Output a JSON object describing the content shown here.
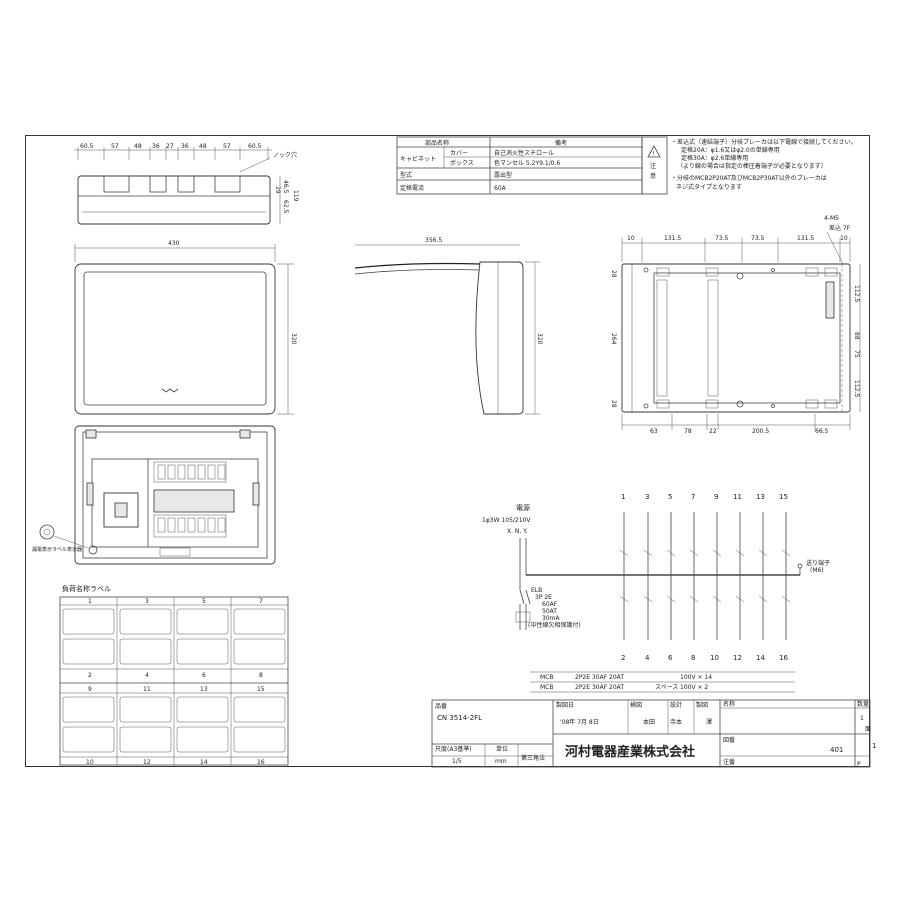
{
  "spec_table": {
    "head_part": "部品名称",
    "head_note": "備考",
    "cabinet": "キャビネット",
    "cover": "カバー",
    "cover_note": "自己消火性スチロール",
    "box": "ボックス",
    "box_note": "色マンセル 5.2Y9.1/0.6",
    "type_label": "型式",
    "type_value": "露出型",
    "rating_label": "定格電流",
    "rating_value": "60A"
  },
  "notes": {
    "warn_label": "注意",
    "lines": [
      "・差込式（速結端子）分岐ブレーカは以下電線で接続してください。",
      "定格20A：φ1.6又はφ2.0の単線専用",
      "定格30A：φ2.6単線専用",
      "（より線の場合は指定の棒圧着端子が必要となります）",
      "・分岐のMCB2P20AT及びMCB2P30AT以外のブレーカは",
      "ネジ式タイプとなります"
    ]
  },
  "top_view": {
    "dims": [
      "60.5",
      "57",
      "48",
      "36",
      "27",
      "36",
      "48",
      "57",
      "60.5"
    ],
    "knock_label": "ノック穴",
    "side_dims": [
      "29",
      "46.5",
      "62.5",
      "119"
    ]
  },
  "front_view": {
    "width": "430",
    "height": "320"
  },
  "side_view": {
    "depth": "356.5",
    "height": "320"
  },
  "rear_view": {
    "top_dims": [
      "10",
      "131.5",
      "73.5",
      "73.5",
      "131.5",
      "10"
    ],
    "screw_label": "4-M5",
    "screw_sub": "差込 7F",
    "bottom_dims": [
      "63",
      "78",
      "22",
      "200.5",
      "66.5"
    ],
    "left_dims": [
      "28",
      "264",
      "28"
    ],
    "right_dims": [
      "112.5",
      "88",
      "75",
      "112.5"
    ]
  },
  "panel": {
    "leak_label": "漏電表示ラベル表示器"
  },
  "labels": {
    "title": "負荷名称ラベル",
    "top_nums": [
      "1",
      "3",
      "5",
      "7"
    ],
    "mid_nums": [
      "2",
      "4",
      "6",
      "8"
    ],
    "mid2_nums": [
      "9",
      "11",
      "13",
      "15"
    ],
    "bot_nums": [
      "10",
      "12",
      "14",
      "16"
    ]
  },
  "wiring": {
    "source_title": "電源",
    "source_spec": "1φ3W 105/210V",
    "phases": "X. N. Y.",
    "elb": [
      "ELB",
      "3P 2E",
      "60AF",
      "50AT",
      "30mA",
      "(中性線欠相保護付)"
    ],
    "top_nums": [
      "1",
      "3",
      "5",
      "7",
      "9",
      "11",
      "13",
      "15"
    ],
    "bot_nums": [
      "2",
      "4",
      "6",
      "8",
      "10",
      "12",
      "14",
      "16"
    ],
    "send_terminal": "送り端子",
    "send_terminal_sub": "(M6)",
    "mcb_rows": [
      {
        "name": "MCB",
        "spec": "2P2E  30AF  20AT",
        "extra": "",
        "count": "100V × 14"
      },
      {
        "name": "MCB",
        "spec": "2P2E  30AF  20AT",
        "extra": "スペース",
        "count": "100V × 2"
      }
    ]
  },
  "title_block": {
    "model_label": "品番",
    "model": "CN 3514-2FL",
    "date_label": "製図日",
    "date": "'08年 7月 8日",
    "check_label": "検図",
    "checker": "本田",
    "design_label": "設計",
    "designer": "寺本",
    "draw_label": "製図",
    "drawer": "澤",
    "name_label": "名称",
    "qty_label": "数量",
    "qty": "1",
    "qty_unit": "面",
    "scale_label": "尺度(A3基準)",
    "scale": "1/5",
    "unit_label": "単位",
    "unit": "mm",
    "proj": "第三角法",
    "company": "河村電器産業株式会社",
    "dwg_label": "図番",
    "dwg_no": "401",
    "sheet_no": "1",
    "note_label": "注番",
    "p_label": "P"
  }
}
